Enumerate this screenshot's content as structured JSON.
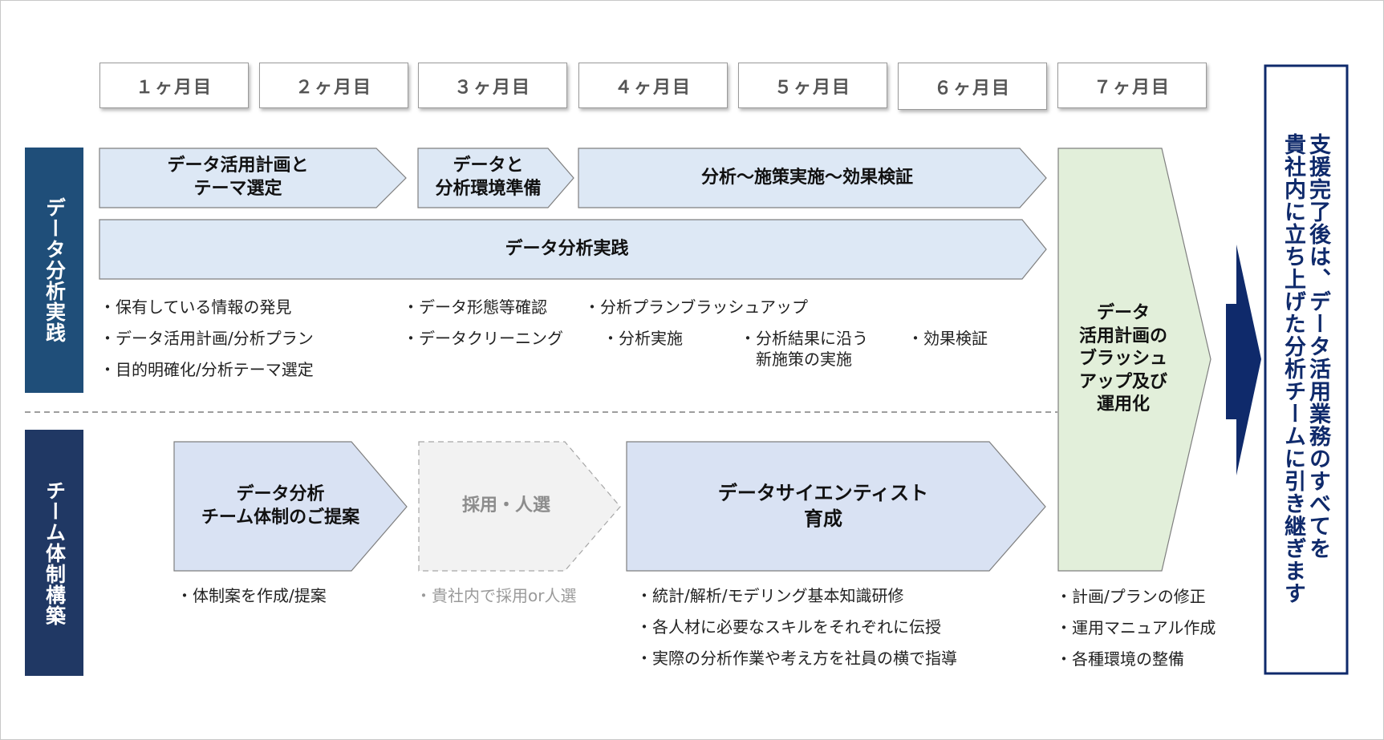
{
  "months": [
    "１ヶ月目",
    "２ヶ月目",
    "３ヶ月目",
    "４ヶ月目",
    "５ヶ月目",
    "６ヶ月目",
    "７ヶ月目"
  ],
  "sections": {
    "practice_label": "データ分析実践",
    "team_label": "チーム体制構築"
  },
  "phases": {
    "plan_line1": "データ活用計画と",
    "plan_line2": "テーマ選定",
    "env_line1": "データと",
    "env_line2": "分析環境準備",
    "analysis": "分析～施策実施～効果検証",
    "practice": "データ分析実践",
    "team_proposal_line1": "データ分析",
    "team_proposal_line2": "チーム体制のご提案",
    "hiring": "採用・人選",
    "scientist_line1": "データサイエンティスト",
    "scientist_line2": "育成",
    "brushup_line1": "データ",
    "brushup_line2": "活用計画の",
    "brushup_line3": "ブラッシュ",
    "brushup_line4": "アップ及び",
    "brushup_line5": "運用化"
  },
  "notes": {
    "n1": "・保有している情報の発見",
    "n2": "・データ活用計画/分析プラン",
    "n3": "・目的明確化/分析テーマ選定",
    "n4": "・データ形態等確認",
    "n5": "・データクリーニング",
    "n6": "・分析プランブラッシュアップ",
    "n7": "・分析実施",
    "n8_line1": "・分析結果に沿う",
    "n8_line2": "新施策の実施",
    "n9": "・効果検証",
    "t1": "・体制案を作成/提案",
    "t2": "・貴社内で採用or人選",
    "t3": "・統計/解析/モデリング基本知識研修",
    "t4": "・各人材に必要なスキルをそれぞれに伝授",
    "t5": "・実際の分析作業や考え方を社員の横で指導",
    "b1": "・計画/プランの修正",
    "b2": "・運用マニュアル作成",
    "b3": "・各種環境の整備"
  },
  "final": {
    "col1": "支援完了後は、データ活用業務のすべてを",
    "col2": "貴社内に立ち上げた分析チームに引き継ぎます"
  },
  "colors": {
    "label_practice": "#1f4e79",
    "label_team": "#203864",
    "phase_fill": "#dde8f5",
    "team_fill": "#d9e2f3",
    "hiring_fill": "#f2f2f2",
    "brushup_fill": "#e2efda",
    "navy": "#0f2a6b"
  }
}
